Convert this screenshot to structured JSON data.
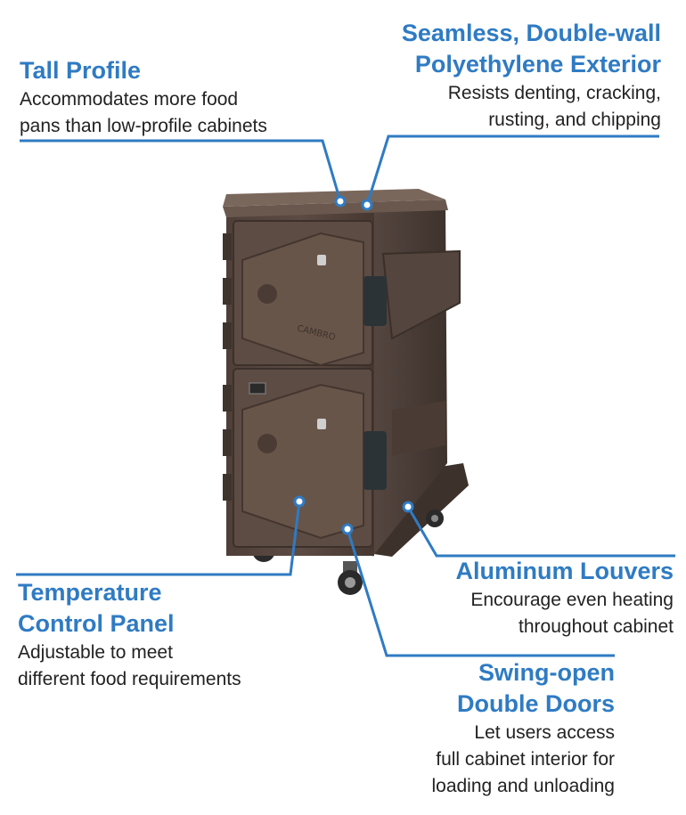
{
  "colors": {
    "accent": "#2f7bc3",
    "text": "#222222",
    "cabinet_body": "#5a4a42",
    "cabinet_dark": "#3f332d",
    "cabinet_light": "#6e5c52",
    "handle": "#2c3337"
  },
  "brand_mark": "CAMBRO",
  "callouts": {
    "tall_profile": {
      "title": [
        "Tall Profile"
      ],
      "desc": [
        "Accommodates more food",
        "pans than low-profile cabinets"
      ]
    },
    "exterior": {
      "title": [
        "Seamless, Double-wall",
        "Polyethylene Exterior"
      ],
      "desc": [
        "Resists denting, cracking,",
        "rusting, and chipping"
      ]
    },
    "temperature": {
      "title": [
        "Temperature",
        "Control Panel"
      ],
      "desc": [
        "Adjustable to meet",
        "different food requirements"
      ]
    },
    "louvers": {
      "title": [
        "Aluminum Louvers"
      ],
      "desc": [
        "Encourage even heating",
        "throughout cabinet"
      ]
    },
    "doors": {
      "title": [
        "Swing-open",
        "Double Doors"
      ],
      "desc": [
        "Let users access",
        "full cabinet interior for",
        "loading and unloading"
      ]
    }
  }
}
